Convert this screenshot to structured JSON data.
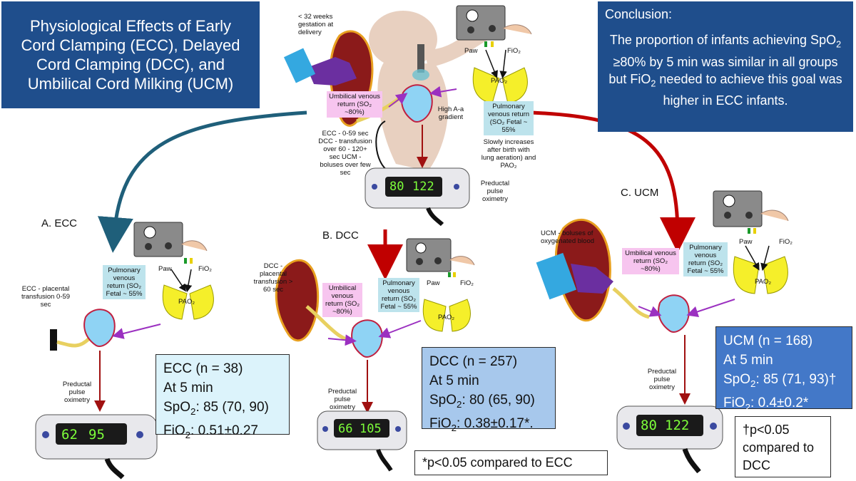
{
  "title": "Physiological Effects of Early Cord Clamping (ECC), Delayed Cord Clamping (DCC), and Umbilical Cord Milking (UCM)",
  "conclusion": {
    "heading": "Conclusion:",
    "body_1": "The proportion of infants achieving SpO",
    "body_sub1": "2",
    "body_2": " ≥80% by 5 min was similar in all groups but FiO",
    "body_sub2": "2",
    "body_3": " needed to achieve this goal was higher in ECC infants."
  },
  "top": {
    "gestation": "< 32 weeks gestation at delivery",
    "umbilical": "Umbilical venous return (SO₂ ~80%)",
    "high_gradient": "High A-a gradient",
    "pulmonary": "Pulmonary venous return (SO₂ Fetal ~ 55%",
    "slowly": "Slowly increases after birth with lung aeration) and PAO₂",
    "timing": "ECC - 0-59 sec DCC - transfusion over 60 - 120+ sec UCM - boluses over few sec",
    "oximetry": "Preductal pulse oximetry",
    "paw": "Paw",
    "fio2": "FiO₂",
    "pao2": "PAO₂",
    "spo2": "80",
    "hr": "122"
  },
  "ecc": {
    "label": "A. ECC",
    "transfusion": "ECC - placental transfusion 0-59 sec",
    "pulmonary": "Pulmonary venous return (SO₂ Fetal ~ 55%",
    "paw": "Paw",
    "fio2": "FiO₂",
    "pao2": "PAO₂",
    "oximetry": "Preductal pulse oximetry",
    "spo2": "62",
    "hr": "95",
    "result_1": "ECC (n = 38)",
    "result_2": "At 5 min",
    "result_3a": "SpO",
    "result_3b": "2",
    "result_3c": ": 85 (70, 90)",
    "result_4a": "FiO",
    "result_4b": "2",
    "result_4c": ": 0.51±0.27"
  },
  "dcc": {
    "label": "B. DCC",
    "transfusion": "DCC - placental transfusion > 60 sec",
    "umbilical": "Umbilical venous return (SO₂ ~80%)",
    "pulmonary": "Pulmonary venous return (SO₂ Fetal ~ 55%",
    "paw": "Paw",
    "fio2": "FiO₂",
    "pao2": "PAO₂",
    "oximetry": "Preductal pulse oximetry",
    "spo2": "66",
    "hr": "105",
    "result_1": "DCC (n = 257)",
    "result_2": "At 5 min",
    "result_3a": "SpO",
    "result_3b": "2",
    "result_3c": ": 80 (65, 90)",
    "result_4a": "FiO",
    "result_4b": "2",
    "result_4c": ": 0.38±0.17*.",
    "note": "*p<0.05 compared to ECC"
  },
  "ucm": {
    "label": "C. UCM",
    "boluses": "UCM - boluses of oxygenated blood",
    "umbilical": "Umbilical venous return (SO₂ ~80%)",
    "pulmonary": "Pulmonary venous return (SO₂ Fetal ~ 55%",
    "paw": "Paw",
    "fio2": "FiO₂",
    "pao2": "PAO₂",
    "oximetry": "Preductal pulse oximetry",
    "spo2": "80",
    "hr": "122",
    "result_1": "UCM (n = 168)",
    "result_2": "At 5 min",
    "result_3a": "SpO",
    "result_3b": "2",
    "result_3c": ": 85 (71, 93)†",
    "result_4a": "FiO",
    "result_4b": "2",
    "result_4c": ": 0.4±0.2*",
    "note": "†p<0.05 compared to DCC"
  },
  "colors": {
    "title_bg": "#1f4e8c",
    "ecc_arrow": "#1f5f7a",
    "ucm_arrow": "#c00000",
    "ecc_box": "#dcf3fb",
    "dcc_box": "#a7c8ec",
    "ucm_box": "#4378c8",
    "placenta": "#8b1a1a",
    "lung": "#f5ef2a",
    "heart": "#8fd3f4"
  }
}
